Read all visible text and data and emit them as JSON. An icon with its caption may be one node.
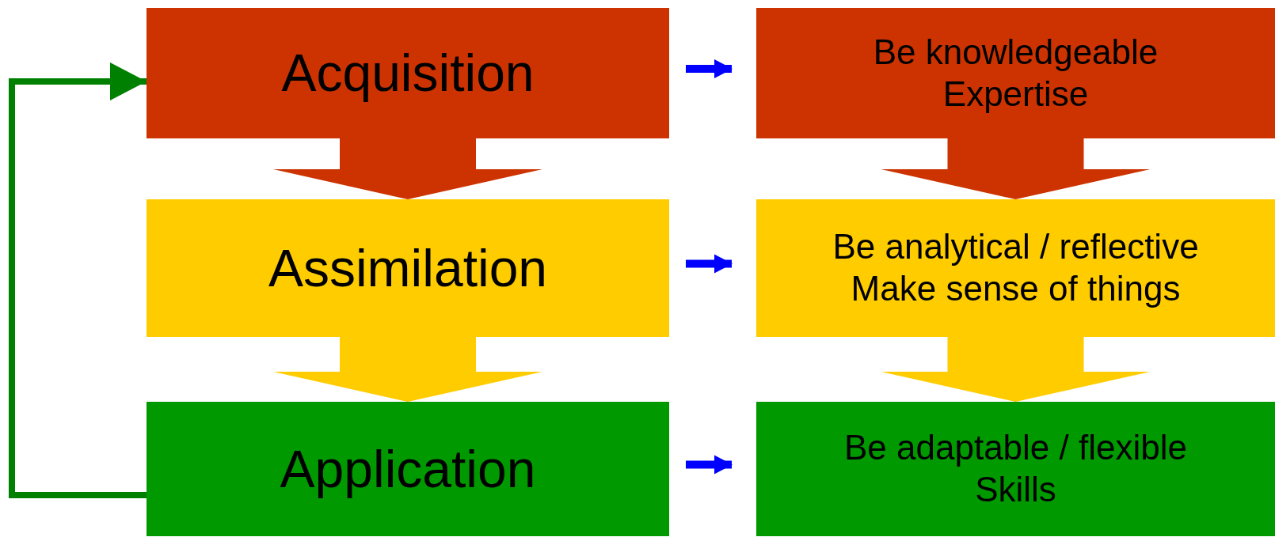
{
  "diagram": {
    "nodes": [
      {
        "text": [
          "Acquisition"
        ]
      },
      {
        "text": [
          "Assimilation"
        ]
      },
      {
        "text": [
          "Application"
        ]
      },
      {
        "text": [
          "Be knowledgeable",
          "Expertise"
        ]
      },
      {
        "text": [
          "Be analytical / reflective",
          "Make sense of things"
        ]
      },
      {
        "text": [
          "Be adaptable / flexible",
          "Skills"
        ]
      }
    ],
    "edges": [
      {
        "from": 0,
        "to": 1,
        "arrow": "to",
        "style": "thick",
        "color": "#cc3300"
      },
      {
        "from": 1,
        "to": 2,
        "arrow": "to",
        "style": "thick",
        "color": "#ffcc00"
      },
      {
        "from": 3,
        "to": 4,
        "arrow": "to",
        "style": "thick",
        "color": "#cc3300"
      },
      {
        "from": 4,
        "to": 5,
        "arrow": "to",
        "style": "thick",
        "color": "#ffcc00"
      },
      {
        "from": 0,
        "to": 3,
        "arrow": "to"
      },
      {
        "from": 1,
        "to": 4,
        "arrow": "to"
      },
      {
        "from": 2,
        "to": 5,
        "arrow": "to"
      },
      {
        "from": 2,
        "to": 0,
        "arrow": "to",
        "color": "#008000"
      }
    ]
  }
}
